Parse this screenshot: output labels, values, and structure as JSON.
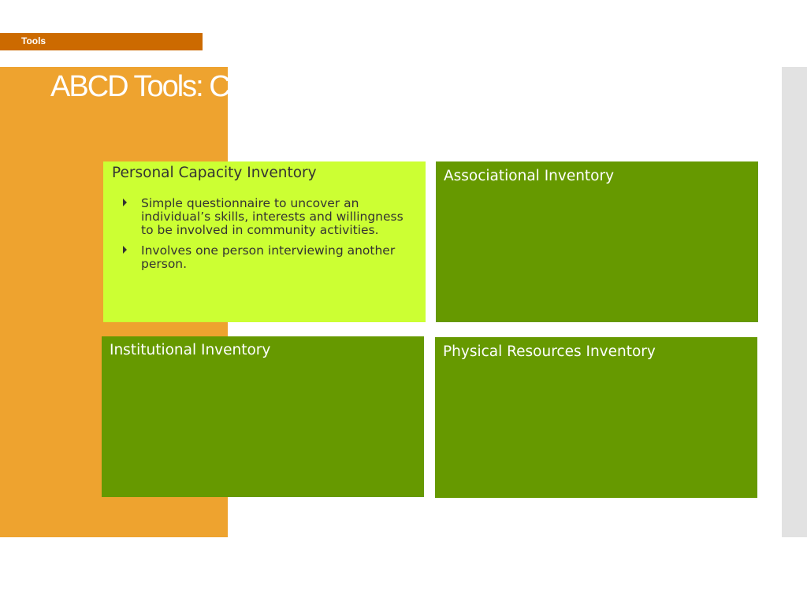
{
  "section_tag": "Tools",
  "title": "ABCD Tools: Capacity Inventories",
  "colors": {
    "section_tag_bg": "#cc6a00",
    "orange_panel": "#eea32f",
    "lime_box": "#ccff33",
    "green_box": "#669900",
    "gray_strip": "#e2e2e2"
  },
  "boxes": {
    "personal": {
      "title": "Personal Capacity Inventory",
      "bullets": [
        "Simple questionnaire to uncover an individual’s skills, interests and willingness to be involved in community activities.",
        "Involves one person interviewing another person."
      ]
    },
    "associational": {
      "title": "Associational Inventory"
    },
    "institutional": {
      "title": "Institutional Inventory"
    },
    "physical": {
      "title": "Physical Resources Inventory"
    }
  },
  "icons": {
    "bullet": "triangle-right-icon"
  }
}
